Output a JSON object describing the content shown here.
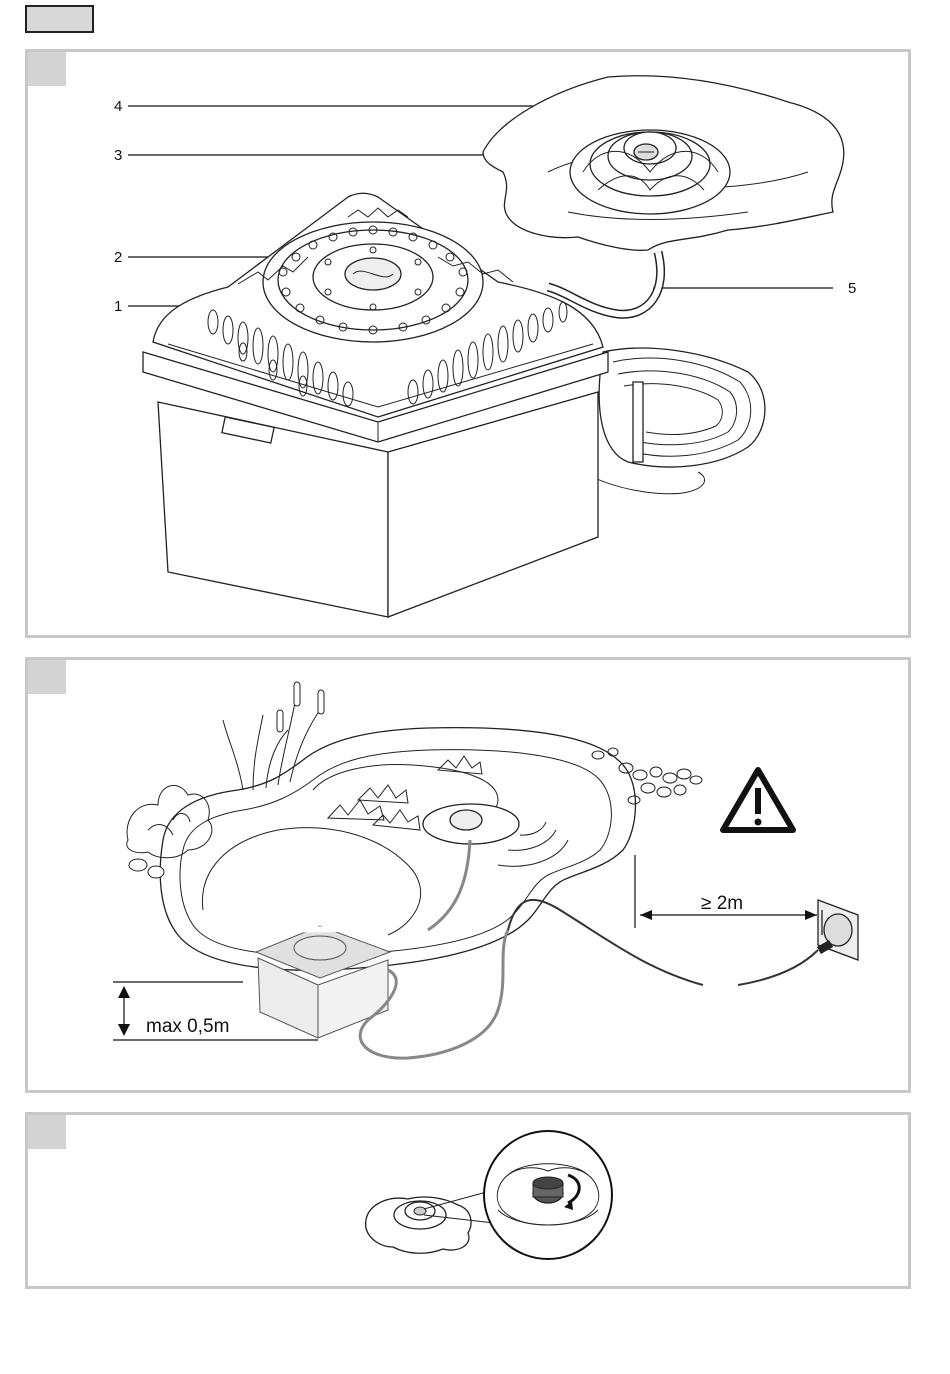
{
  "page": {
    "header_tab": ""
  },
  "figure1": {
    "callouts": [
      "4",
      "3",
      "2",
      "1",
      "5"
    ]
  },
  "figure2": {
    "distance_label": "≥ 2m",
    "depth_label": "max 0,5m"
  },
  "figure3": {}
}
